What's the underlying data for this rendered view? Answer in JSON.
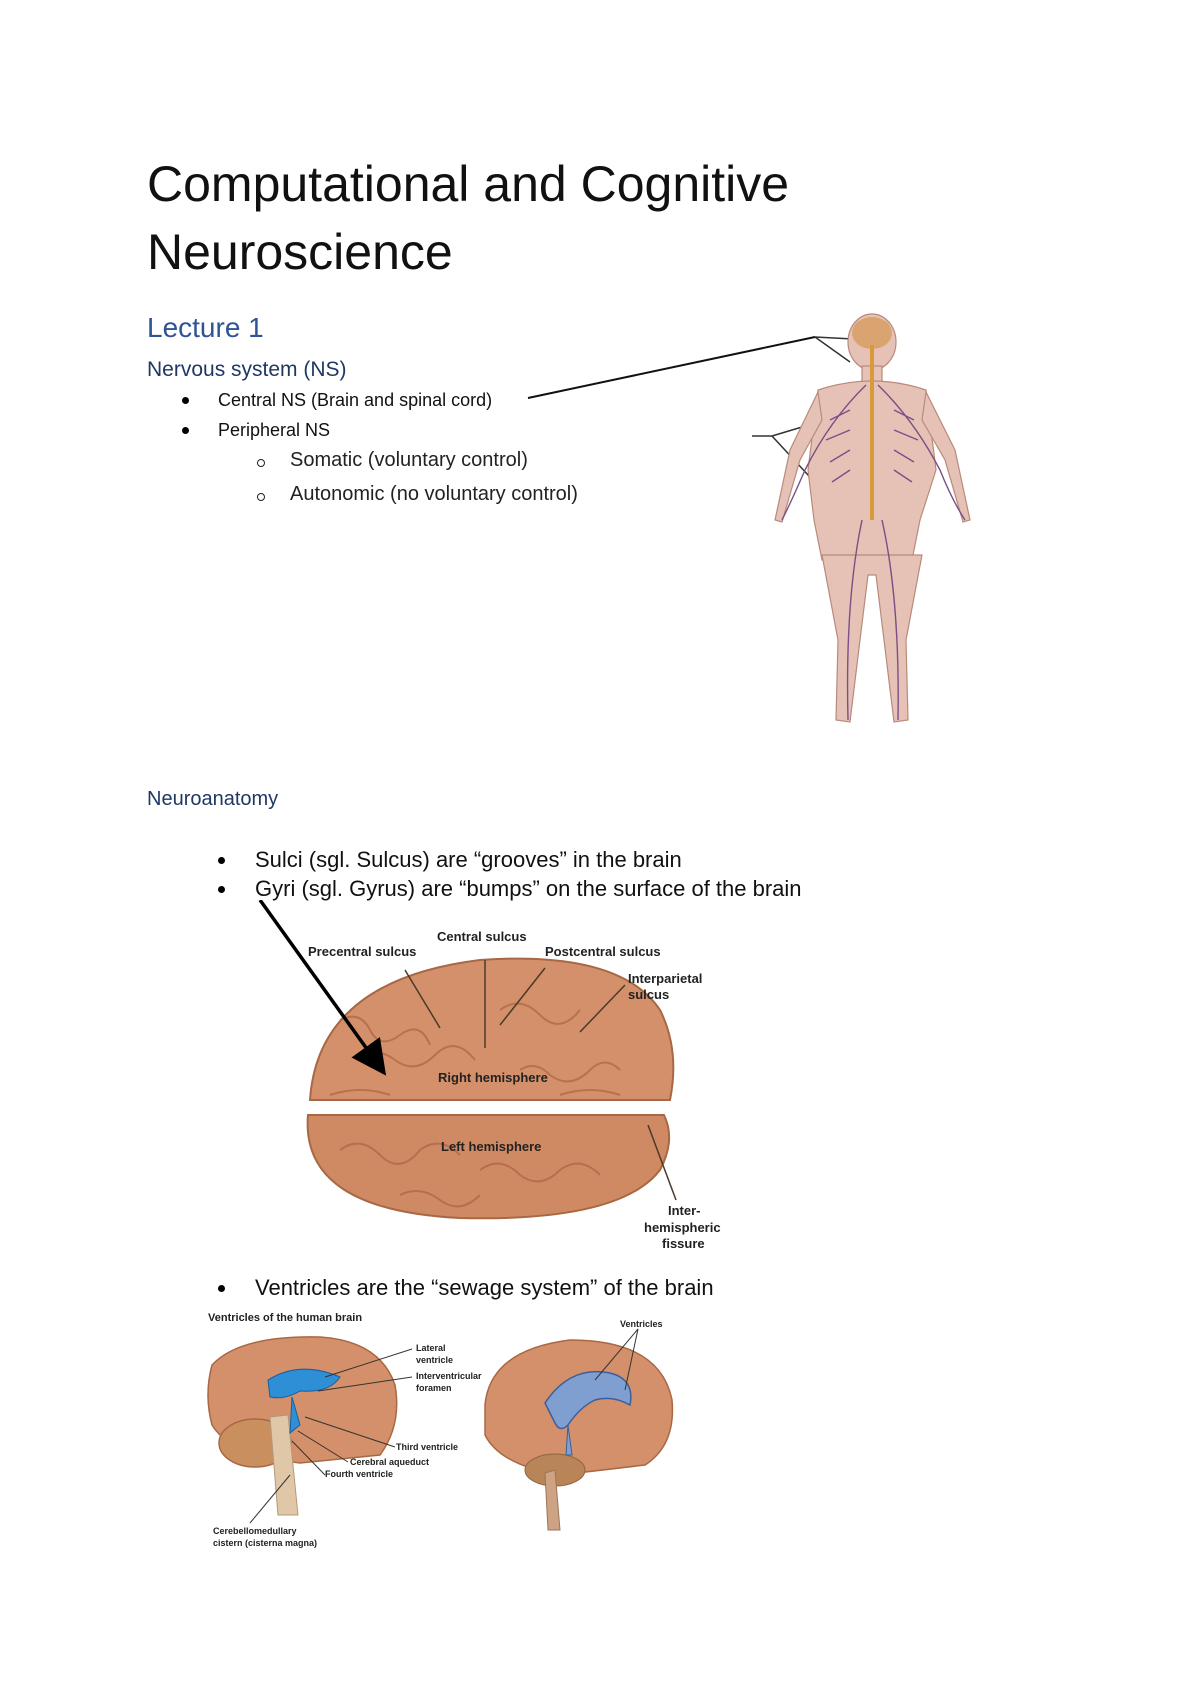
{
  "title_line1": "Computational and Cognitive",
  "title_line2": "Neuroscience",
  "lecture": "Lecture 1",
  "ns_heading": "Nervous system (NS)",
  "ns_items": [
    "Central NS (Brain and spinal cord)",
    "Peripheral NS"
  ],
  "pns_sub": [
    "Somatic (voluntary control)",
    "Autonomic (no voluntary control)"
  ],
  "neuro_heading": "Neuroanatomy",
  "neuro_items": [
    "Sulci (sgl. Sulcus) are “grooves” in the brain",
    "Gyri (sgl. Gyrus) are “bumps” on the surface of the brain"
  ],
  "brain_labels": {
    "precentral": "Precentral sulcus",
    "central": "Central sulcus",
    "postcentral": "Postcentral sulcus",
    "interparietal_1": "Interparietal",
    "interparietal_2": "sulcus",
    "right": "Right hemisphere",
    "left": "Left hemisphere",
    "inter_1": "Inter-",
    "inter_2": "hemispheric",
    "inter_3": "fissure"
  },
  "ventricle_item": "Ventricles are the “sewage system” of the brain",
  "ventricle_labels": {
    "caption": "Ventricles of the human brain",
    "lateral_1": "Lateral",
    "lateral_2": "ventricle",
    "interventricular_1": "Interventricular",
    "interventricular_2": "foramen",
    "third": "Third ventricle",
    "aqueduct": "Cerebral aqueduct",
    "fourth": "Fourth ventricle",
    "cisterna_1": "Cerebellomedullary",
    "cisterna_2": "cistern (cisterna magna)",
    "ventricles": "Ventricles"
  },
  "colors": {
    "heading_blue": "#2f5496",
    "heading_dark_blue": "#1f3864",
    "brain": "#d4906a",
    "ventricle": "#2f8fd6"
  }
}
